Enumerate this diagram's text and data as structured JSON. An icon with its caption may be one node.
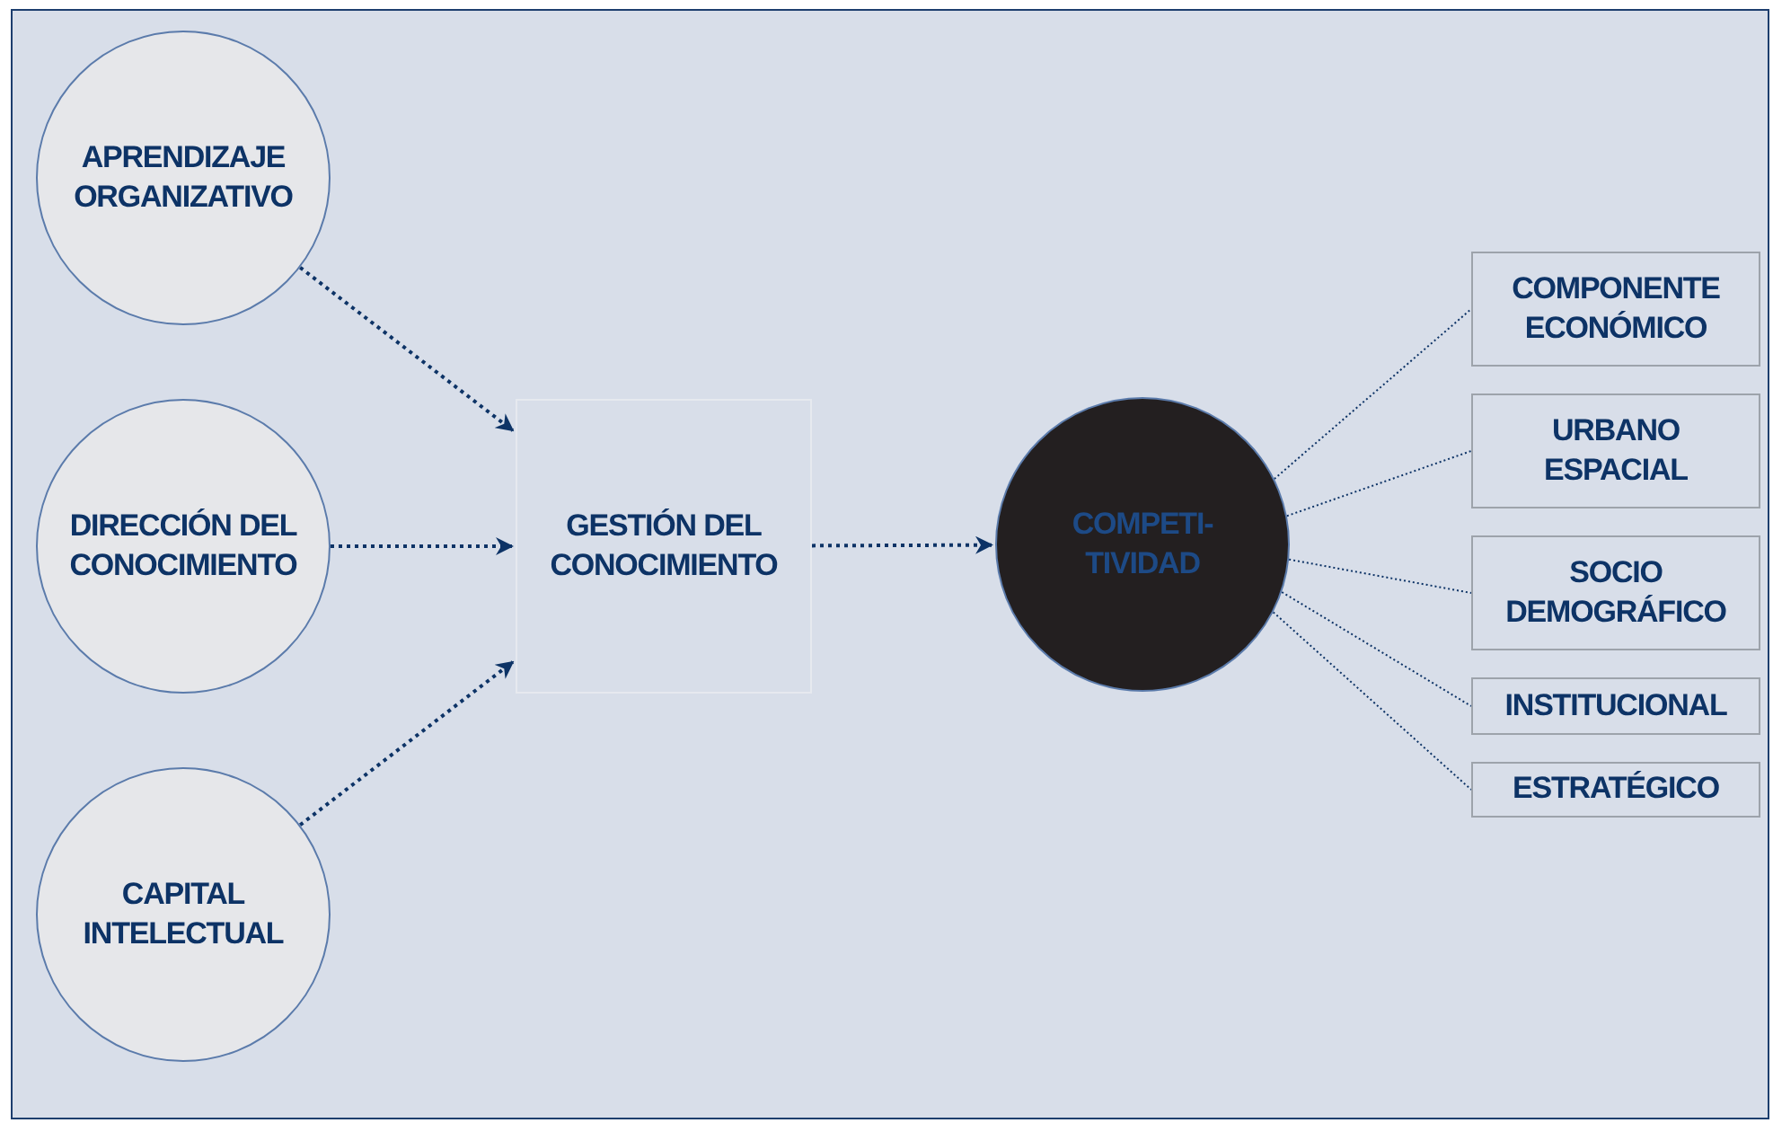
{
  "diagram": {
    "nodes": [
      {
        "text": [
          "APRENDIZAJE ORGANIZATIVO"
        ]
      },
      {
        "text": [
          "DIRECCIÓN DEL CONOCIMIENTO"
        ]
      },
      {
        "text": [
          "CAPITAL INTELECTUAL"
        ]
      },
      {
        "text": [
          "GESTIÓN DEL CONOCIMIENTO"
        ]
      },
      {
        "text": [
          "COMPETI- TIVIDAD"
        ]
      },
      {
        "text": [
          "COMPONENTE ECONÓMICO"
        ]
      },
      {
        "text": [
          "URBANO ESPACIAL"
        ]
      },
      {
        "text": [
          "SOCIO DEMOGRÁFICO"
        ]
      },
      {
        "text": [
          "INSTITUCIONAL"
        ]
      },
      {
        "text": [
          "ESTRATÉGICO"
        ]
      }
    ],
    "edges": [
      {
        "from": 0,
        "to": 3,
        "arrow": "to"
      },
      {
        "from": 1,
        "to": 3,
        "arrow": "to"
      },
      {
        "from": 2,
        "to": 3,
        "arrow": "to"
      },
      {
        "from": 3,
        "to": 4,
        "arrow": "to"
      },
      {
        "from": 4,
        "to": 5,
        "arrow": "none"
      },
      {
        "from": 4,
        "to": 6,
        "arrow": "none"
      },
      {
        "from": 4,
        "to": 7,
        "arrow": "none"
      },
      {
        "from": 4,
        "to": 8,
        "arrow": "none"
      },
      {
        "from": 4,
        "to": 9,
        "arrow": "none"
      }
    ]
  }
}
